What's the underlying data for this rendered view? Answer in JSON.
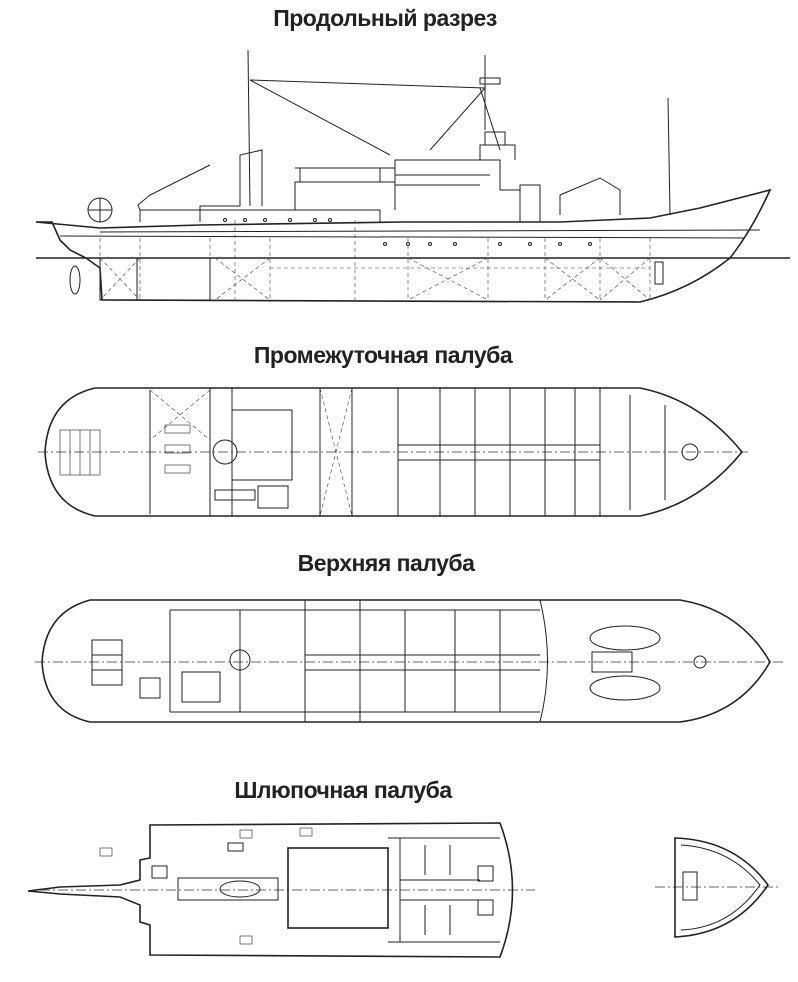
{
  "titles": {
    "longitudinal_section": "Продольный разрез",
    "intermediate_deck": "Промежуточная палуба",
    "upper_deck": "Верхняя палуба",
    "boat_deck": "Шлюпочная палуба"
  }
}
